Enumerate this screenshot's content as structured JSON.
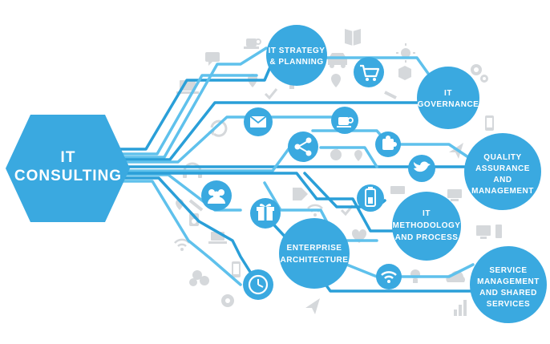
{
  "hub": {
    "lines": [
      "IT",
      "CONSULTING"
    ]
  },
  "services": [
    {
      "id": "it-strategy-and-planning",
      "lines": [
        "IT STRATEGY",
        "& PLANNING"
      ]
    },
    {
      "id": "it-governance",
      "lines": [
        "IT",
        "GOVERNANCE"
      ]
    },
    {
      "id": "quality-assurance-and-management",
      "lines": [
        "QUALITY",
        "ASSURANCE",
        "AND",
        "MANAGEMENT"
      ]
    },
    {
      "id": "it-methodology-and-process",
      "lines": [
        "IT",
        "METHODOLOGY",
        "AND PROCESS"
      ]
    },
    {
      "id": "enterprise-architecture",
      "lines": [
        "ENTERPRISE",
        "ARCHITECTURE"
      ]
    },
    {
      "id": "service-management-and-shared-services",
      "lines": [
        "SERVICE",
        "MANAGEMENT",
        "AND SHARED",
        "SERVICES"
      ]
    }
  ],
  "node_icons": [
    "envelope-icon",
    "cart-icon",
    "coffee-icon",
    "share-icon",
    "puzzle-icon",
    "bird-icon",
    "battery-icon",
    "people-icon",
    "gift-icon",
    "wifi-icon",
    "clock-icon"
  ],
  "background_icons": [
    "coffee-cup-icon",
    "book-icon",
    "car-icon",
    "sun-icon",
    "chat-icon",
    "box-icon",
    "gears-icon",
    "laptop-icon",
    "pin-icon",
    "check-icon",
    "bulb-icon",
    "pencil-icon",
    "cycle-icon",
    "phone-icon",
    "apple-icon",
    "paper-plane-icon",
    "tag-icon",
    "headphones-icon",
    "keyboard-icon",
    "bar-chart-icon",
    "cloud-icon",
    "heart-icon",
    "monitor-icon",
    "speaker-icon"
  ],
  "colors": {
    "primary": "#2a9fd8",
    "line_dark": "#2a9fd8",
    "line_light": "#5fc1ec",
    "node_fill": "#3aa9e0",
    "background_icon": "#d5d8db"
  }
}
